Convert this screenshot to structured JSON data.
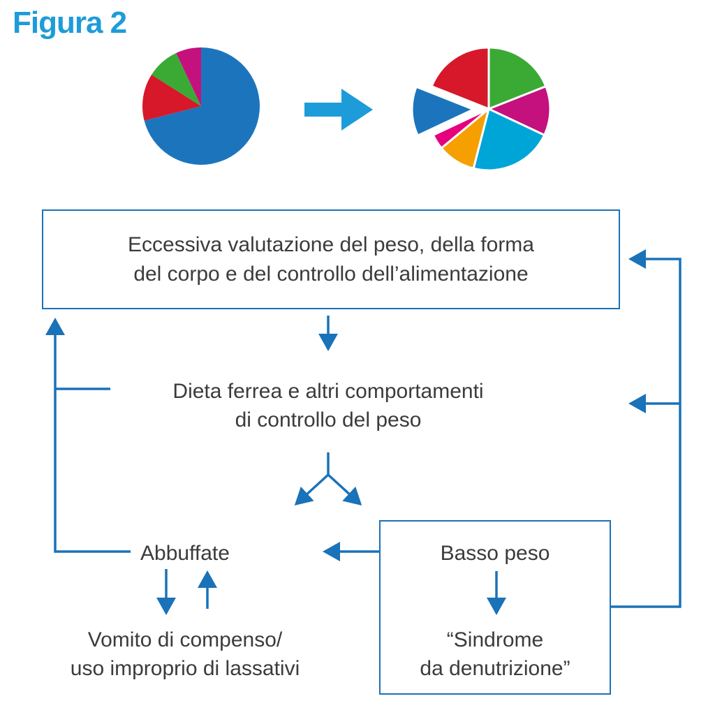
{
  "figure": {
    "title": "Figura 2"
  },
  "colors": {
    "accent_blue": "#1d9cd9",
    "line_blue": "#1a72b8",
    "text_dark": "#3b3b3a",
    "background": "#ffffff"
  },
  "chart_data": [
    {
      "type": "pie",
      "name": "distribution-before",
      "title": "",
      "legend": false,
      "slices": [
        {
          "label": "slice-blue",
          "value": 71,
          "color": "#1c75bc"
        },
        {
          "label": "slice-red",
          "value": 13,
          "color": "#d7182a"
        },
        {
          "label": "slice-green",
          "value": 9,
          "color": "#3aaa35"
        },
        {
          "label": "slice-magenta",
          "value": 7,
          "color": "#c4117d"
        }
      ]
    },
    {
      "type": "pie",
      "name": "distribution-after",
      "title": "",
      "legend": false,
      "exploded": true,
      "separator_color": "#ffffff",
      "slices": [
        {
          "label": "slice-green",
          "value": 19,
          "color": "#3aaa35"
        },
        {
          "label": "slice-magenta",
          "value": 13,
          "color": "#c4117d"
        },
        {
          "label": "slice-cyan",
          "value": 22,
          "color": "#00a5d8"
        },
        {
          "label": "slice-orange",
          "value": 10,
          "color": "#f5a000"
        },
        {
          "label": "slice-pink",
          "value": 4,
          "color": "#e6007e"
        },
        {
          "label": "slice-blue",
          "value": 13,
          "color": "#1c75bc",
          "exploded": true
        },
        {
          "label": "slice-red",
          "value": 19,
          "color": "#d7182a"
        }
      ]
    }
  ],
  "icons": {
    "transition": "arrow-right"
  },
  "flowchart": {
    "overvaluation": "Eccessiva valutazione del peso, della forma\ndel corpo e del controllo dell’alimentazione",
    "diet": "Dieta ferrea e altri comportamenti\ndi controllo del peso",
    "binge": "Abbuffate",
    "low_weight": "Basso peso",
    "starvation": "“Sindrome\nda denutrizione”",
    "purge": "Vomito di compenso/\nuso improprio di lassativi"
  }
}
